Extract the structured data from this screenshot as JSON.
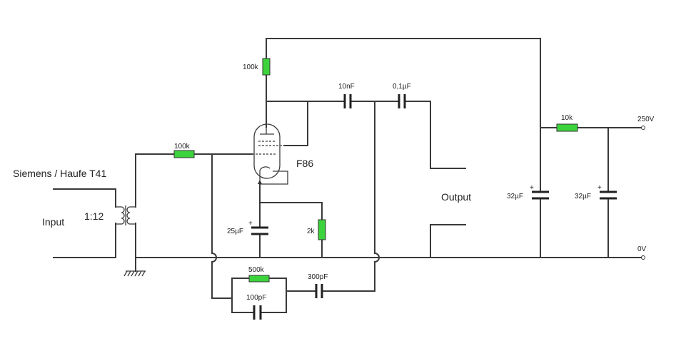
{
  "transformer": {
    "name": "Siemens / Haufe T41",
    "ratio": "1:12"
  },
  "tube": {
    "name": "F86"
  },
  "labels": {
    "input": "Input",
    "output": "Output",
    "supply": "250V",
    "ground": "0V",
    "plus": "+"
  },
  "components": {
    "r_grid": "100k",
    "r_plate": "100k",
    "c_couple1": "10nF",
    "c_couple2": "0,1µF",
    "r_supply": "10k",
    "c_filter1": "32µF",
    "c_filter2": "32µF",
    "c_cathode": "25µF",
    "r_cathode": "2k",
    "r_feedback": "500k",
    "c_feedback_parallel": "100pF",
    "c_feedback": "300pF"
  }
}
